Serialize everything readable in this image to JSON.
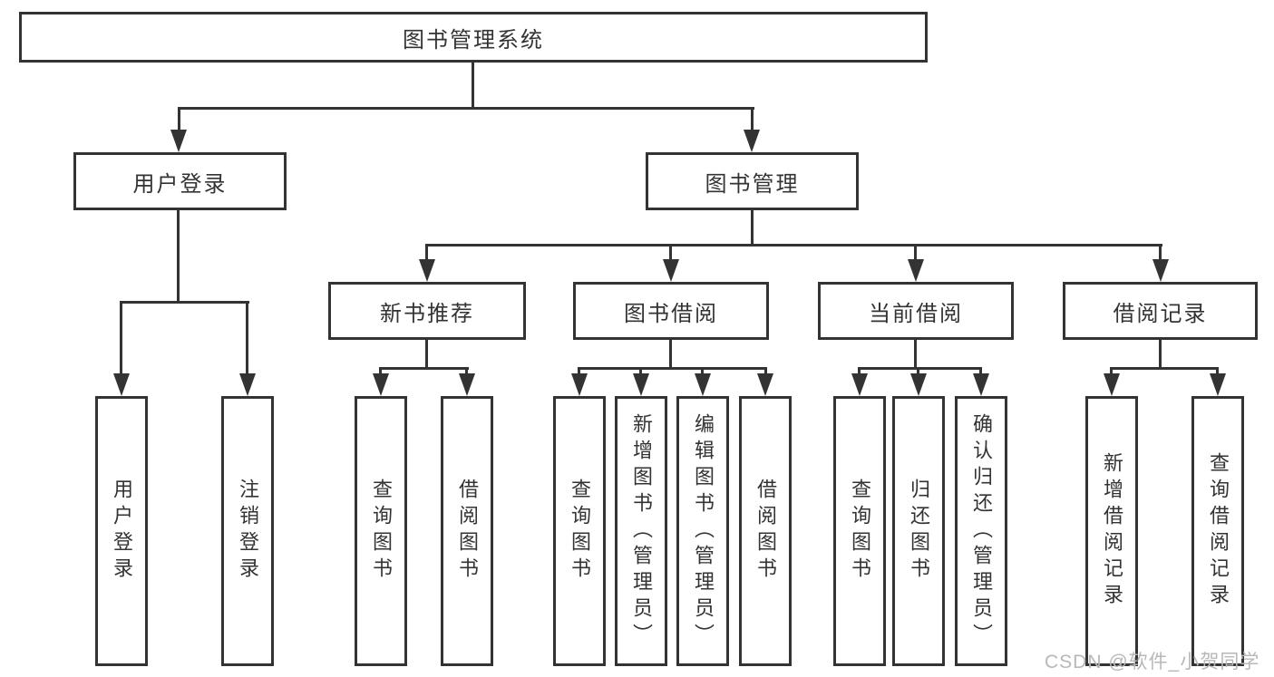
{
  "diagram": {
    "root": {
      "label": "图书管理系统"
    },
    "level2": [
      {
        "label": "用户登录"
      },
      {
        "label": "图书管理"
      }
    ],
    "level3": [
      {
        "label": "新书推荐"
      },
      {
        "label": "图书借阅"
      },
      {
        "label": "当前借阅"
      },
      {
        "label": "借阅记录"
      }
    ],
    "leaves": [
      {
        "parent": "用户登录",
        "label": "用户登录"
      },
      {
        "parent": "用户登录",
        "label": "注销登录"
      },
      {
        "parent": "新书推荐",
        "label": "查询图书"
      },
      {
        "parent": "新书推荐",
        "label": "借阅图书"
      },
      {
        "parent": "图书借阅",
        "label": "查询图书"
      },
      {
        "parent": "图书借阅",
        "label": "新增图书（管理员）"
      },
      {
        "parent": "图书借阅",
        "label": "编辑图书（管理员）"
      },
      {
        "parent": "图书借阅",
        "label": "借阅图书"
      },
      {
        "parent": "当前借阅",
        "label": "查询图书"
      },
      {
        "parent": "当前借阅",
        "label": "归还图书"
      },
      {
        "parent": "当前借阅",
        "label": "确认归还（管理员）"
      },
      {
        "parent": "借阅记录",
        "label": "新增借阅记录"
      },
      {
        "parent": "借阅记录",
        "label": "查询借阅记录"
      }
    ],
    "colors": {
      "line": "#333333",
      "text": "#333333",
      "background": "#ffffff",
      "watermark": "#b8b8b8"
    },
    "watermark": "CSDN @软件_小贺同学"
  }
}
